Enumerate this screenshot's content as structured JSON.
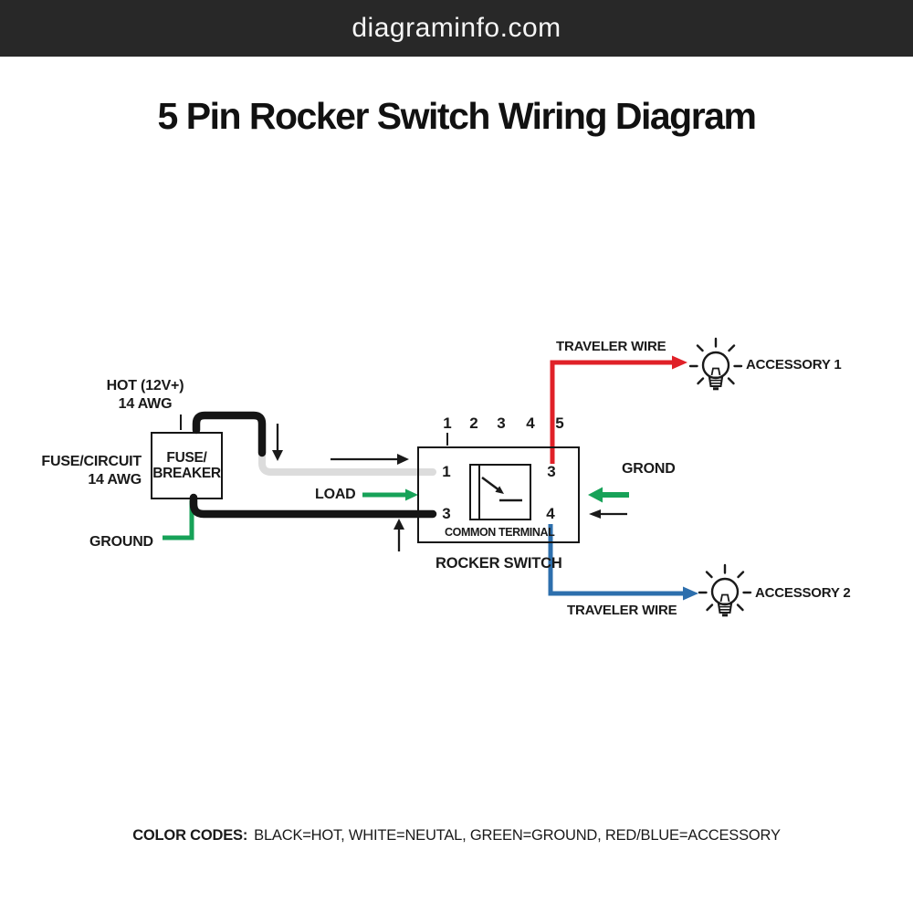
{
  "site": {
    "banner": "diagraminfo.com"
  },
  "title": "5 Pin Rocker Switch Wiring Diagram",
  "colors": {
    "banner_bg": "#282828",
    "banner_text": "#f5f5f5",
    "ink": "#1a1a1a",
    "wire_black": "#151515",
    "wire_white": "#dcdcdc",
    "wire_green": "#17a258",
    "wire_red": "#e02128",
    "wire_blue": "#2d6fad"
  },
  "fuse": {
    "hot_line1": "HOT (12V+)",
    "hot_line2": "14 AWG",
    "circuit_line1": "FUSE/CIRCUIT",
    "circuit_line2": "14 AWG",
    "box_line1": "FUSE/",
    "box_line2": "BREAKER",
    "ground_label": "GROUND"
  },
  "rocker": {
    "top_pins": [
      "1",
      "2",
      "3",
      "4",
      "5"
    ],
    "pin_left_top": "1",
    "pin_left_bottom": "3",
    "pin_right_top": "3",
    "pin_right_bottom": "4",
    "common_terminal": "COMMON TERMINAL",
    "name": "ROCKER SWITCH",
    "load_label": "LOAD",
    "ground_label": "GROND"
  },
  "accessory1": {
    "traveler": "TRAVELER WIRE",
    "label": "ACCESSORY 1"
  },
  "accessory2": {
    "traveler": "TRAVELER WIRE",
    "label": "ACCESSORY 2"
  },
  "footer": {
    "prefix": "COLOR CODES:",
    "codes": "BLACK=HOT, WHITE=NEUTAL, GREEN=GROUND, RED/BLUE=ACCESSORY"
  }
}
